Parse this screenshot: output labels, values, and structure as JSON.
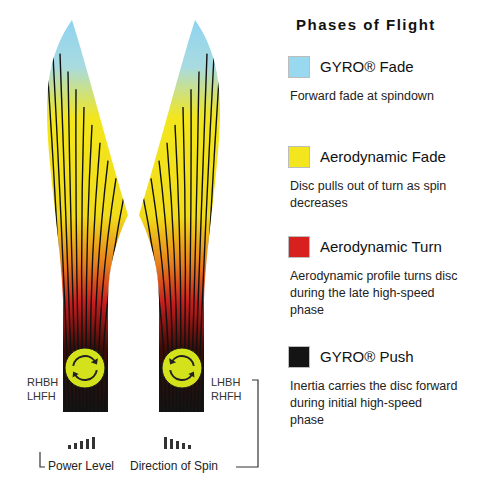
{
  "diagram": {
    "title": "Phases of Flight",
    "labels": [
      "Forward fade at spindown",
      "Disc pulls out of turn as spin decreases",
      "Aerodynamic profile turns disc during the late high-speed phase",
      "Inertia carries the disc forward during initial high-speed phase",
      "RHBH LHFH",
      "LHBH RHFH",
      "Power Level",
      "Direction of Spin"
    ],
    "legend": [
      {
        "text": "GYRO® Fade",
        "color": "#99d9f0"
      },
      {
        "text": "Aerodynamic Fade",
        "color": "#f3e61c"
      },
      {
        "text": "Aerodynamic Turn",
        "color": "#d8201f"
      },
      {
        "text": "GYRO® Push",
        "color": "#141414"
      }
    ]
  }
}
